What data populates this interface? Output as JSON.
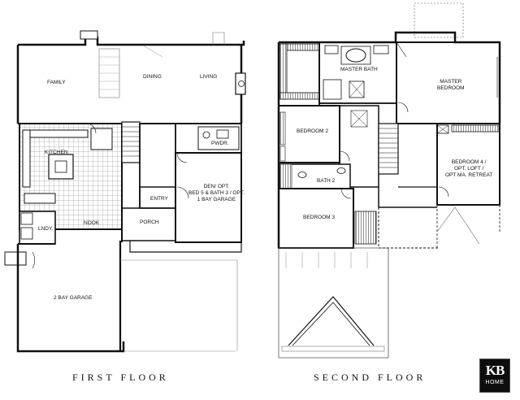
{
  "floors": {
    "first": {
      "title": "FIRST FLOOR",
      "rooms": {
        "family": "FAMILY",
        "dining": "DINING",
        "living": "LIVING",
        "kitchen": "KITCHEN",
        "pwdr": "PWDR.",
        "den_line1": "DEN/ OPT.",
        "den_line2": "BED 5 & BATH 3 / OPT.",
        "den_line3": "1 BAY GARAGE",
        "entry": "ENTRY",
        "nook": "NOOK",
        "porch": "PORCH",
        "lndy": "LNDY.",
        "garage": "2 BAY GARAGE"
      }
    },
    "second": {
      "title": "SECOND FLOOR",
      "rooms": {
        "master_bath": "MASTER BATH",
        "master_bedroom_line1": "MASTER",
        "master_bedroom_line2": "BEDROOM",
        "bedroom2": "BEDROOM 2",
        "bath2": "BATH 2",
        "bedroom3": "BEDROOM 3",
        "bedroom4_line1": "BEDROOM 4 /",
        "bedroom4_line2": "OPT. LOFT /",
        "bedroom4_line3": "OPT MA. RETREAT"
      }
    }
  },
  "logo": {
    "line1": "KB",
    "line2": "HOME"
  }
}
